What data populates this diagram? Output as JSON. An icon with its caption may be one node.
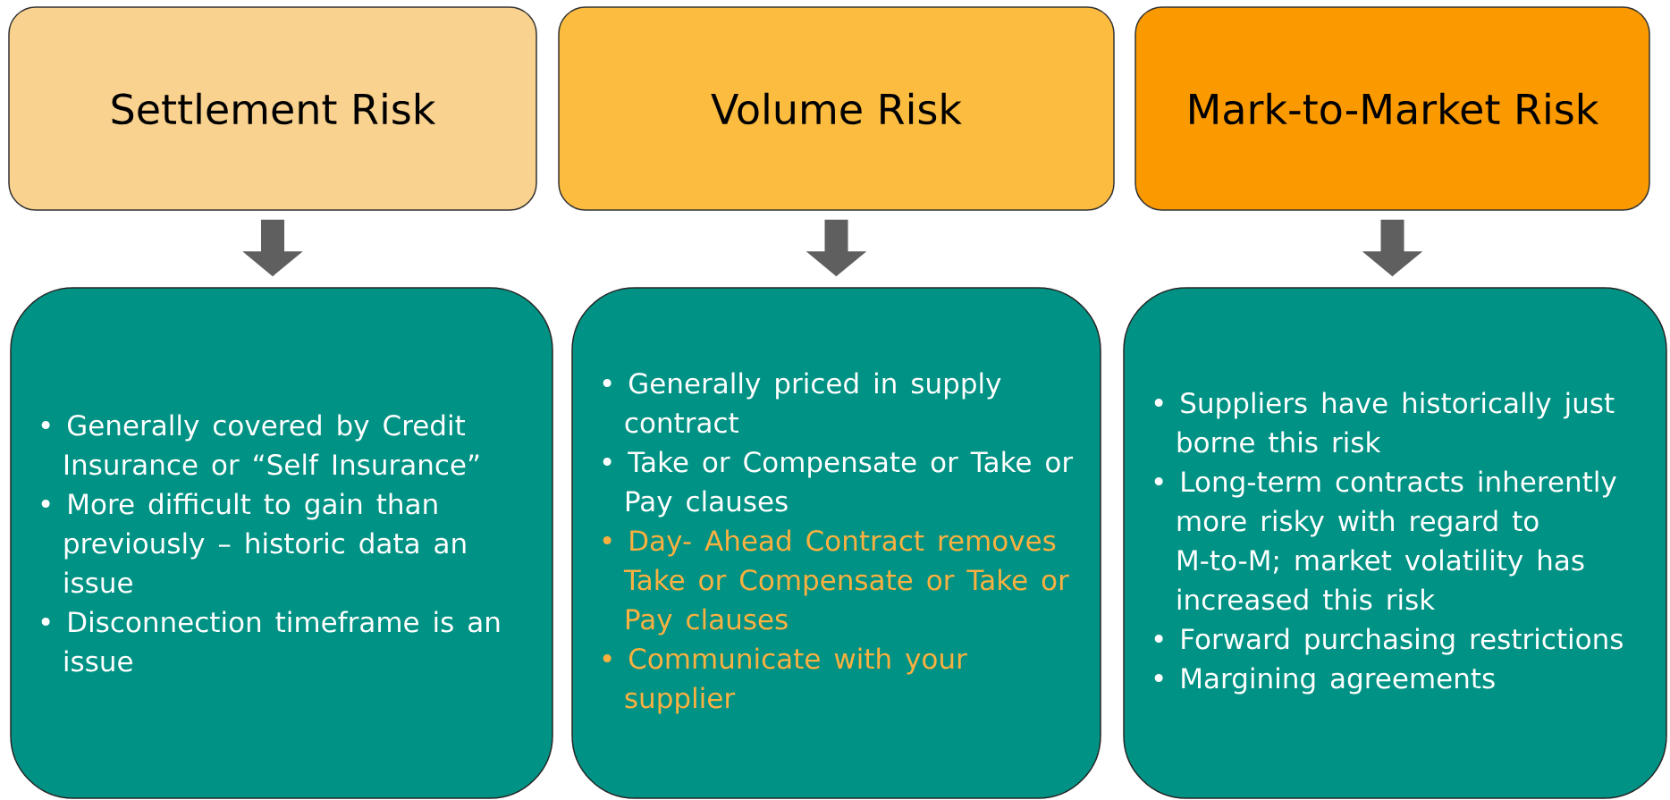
{
  "diagram": {
    "nodes": [
      {
        "text": [
          "Settlement Risk"
        ]
      },
      {
        "text": [
          "Volume Risk"
        ]
      },
      {
        "text": [
          "Mark-to-Market Risk"
        ]
      },
      {
        "text": [
          "• Generally covered by Credit Insurance or “Self Insurance”",
          "• More difficult to gain than previously – historic data an issue",
          "• Disconnection timeframe is an issue"
        ]
      },
      {
        "text": [
          "• Generally priced in supply contract",
          "• Take or Compensate or Take or Pay clauses",
          "• Day- Ahead Contract removes Take or Compensate or Take or Pay clauses",
          "• Communicate with your supplier"
        ]
      },
      {
        "text": [
          "• Suppliers have historically just borne this risk",
          "• Long-term contracts inherently more risky with regard to M-to-M; market volatility has increased this risk",
          "• Forward purchasing restrictions",
          "• Margining agreements"
        ]
      }
    ],
    "edges": [
      {
        "from": 0,
        "to": 3,
        "arrow": "to"
      },
      {
        "from": 1,
        "to": 4,
        "arrow": "to"
      },
      {
        "from": 2,
        "to": 5,
        "arrow": "to"
      }
    ]
  }
}
